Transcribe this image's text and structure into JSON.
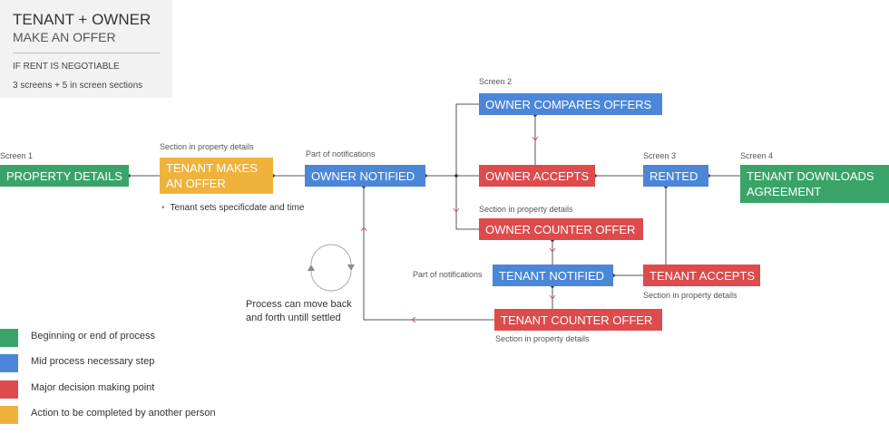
{
  "colors": {
    "green": "#3aa468",
    "blue": "#4b86d9",
    "red": "#dd4b4c",
    "yellow": "#efb33c",
    "line": "#555555",
    "arrow": "#cc5a6b"
  },
  "title_card": {
    "title": "TENANT + OWNER",
    "subtitle": "MAKE AN OFFER",
    "note1": "IF RENT IS NEGOTIABLE",
    "note2": "3 screens + 5 in screen sections"
  },
  "nodes": {
    "property_details": {
      "text": "PROPERTY DETAILS",
      "label": "Screen 1"
    },
    "tenant_makes_offer": {
      "text": "TENANT MAKES AN OFFER",
      "label": "Section in property details"
    },
    "owner_notified": {
      "text": "OWNER NOTIFIED",
      "label": "Part of notifications"
    },
    "owner_compares": {
      "text": "OWNER COMPARES OFFERS",
      "label": "Screen 2"
    },
    "owner_accepts": {
      "text": "OWNER ACCEPTS"
    },
    "owner_counter": {
      "text": "OWNER COUNTER OFFER",
      "label": "Section in property details"
    },
    "tenant_notified": {
      "text": "TENANT NOTIFIED",
      "label": "Part of notifications"
    },
    "tenant_accepts": {
      "text": "TENANT ACCEPTS",
      "label": "Section in property details"
    },
    "tenant_counter": {
      "text": "TENANT COUNTER OFFER",
      "label": "Section in property details"
    },
    "rented": {
      "text": "RENTED",
      "label": "Screen 3"
    },
    "tenant_downloads": {
      "text": "TENANT DOWNLOADS AGREEMENT",
      "label": "Screen 4"
    }
  },
  "notes": {
    "tenant_sets": "Tenant sets specificdate and time",
    "process_loop": "Process can move back and forth untill settled"
  },
  "legend": [
    {
      "color": "#3aa468",
      "text": "Beginning or end of process"
    },
    {
      "color": "#4b86d9",
      "text": "Mid process necessary step"
    },
    {
      "color": "#dd4b4c",
      "text": "Major decision making point"
    },
    {
      "color": "#efb33c",
      "text": "Action to be completed by another person"
    }
  ]
}
